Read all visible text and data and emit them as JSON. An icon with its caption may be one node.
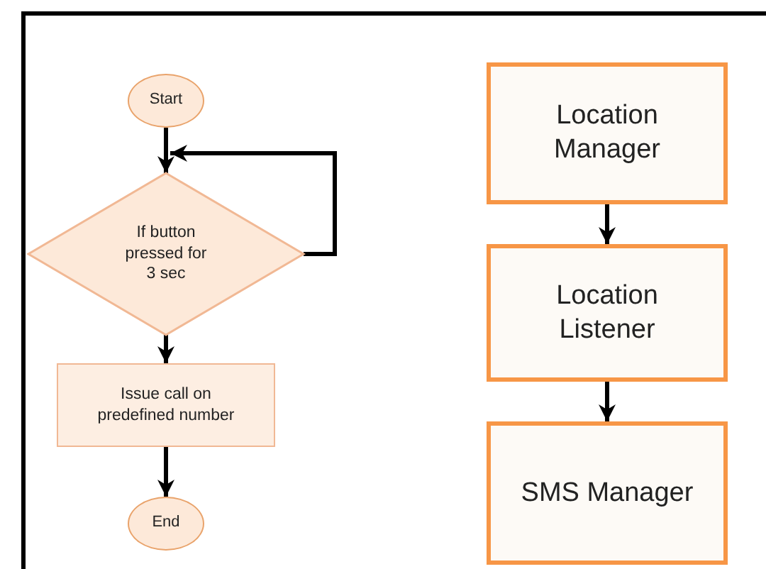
{
  "diagram": {
    "nodes": [
      {
        "text": [
          "Start"
        ]
      },
      {
        "text": [
          "If button pressed for 3 sec"
        ]
      },
      {
        "text": [
          "Issue call on predefined number"
        ]
      },
      {
        "text": [
          "End"
        ]
      },
      {
        "text": [
          "Location Manager"
        ]
      },
      {
        "text": [
          "Location Listener"
        ]
      },
      {
        "text": [
          "SMS Manager"
        ]
      }
    ],
    "edges": [
      {
        "from": 0,
        "to": 1,
        "arrow": "to"
      },
      {
        "from": 1,
        "to": 1,
        "arrow": "to"
      },
      {
        "from": 1,
        "to": 2,
        "arrow": "to"
      },
      {
        "from": 2,
        "to": 3,
        "arrow": "to"
      },
      {
        "from": 4,
        "to": 5,
        "arrow": "to"
      },
      {
        "from": 5,
        "to": 6,
        "arrow": "to"
      }
    ]
  }
}
